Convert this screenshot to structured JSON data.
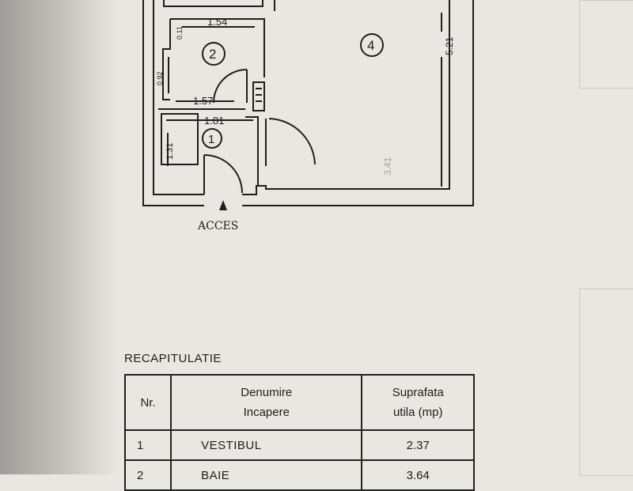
{
  "plan": {
    "access_label": "ACCES",
    "dimensions": {
      "bath_width": "1.54",
      "bath_height_small": "0.11",
      "bath_left_height": "0.92",
      "corridor_width": "1.57",
      "vestibule_width": "1.81",
      "vestibule_height": "1.31",
      "room4_height": "5.21",
      "room4_inner": "3.41"
    },
    "room_numbers": [
      "1",
      "2",
      "4"
    ]
  },
  "recap": {
    "title": "RECAPITULATIE",
    "headers": {
      "nr": "Nr.",
      "name_line1": "Denumire",
      "name_line2": "Incapere",
      "area_line1": "Suprafata",
      "area_line2": "utila (mp)"
    },
    "rows": [
      {
        "nr": "1",
        "name": "VESTIBUL",
        "area": "2.37"
      },
      {
        "nr": "2",
        "name": "BAIE",
        "area": "3.64"
      }
    ]
  },
  "colors": {
    "ink": "#1e1e1e",
    "paper": "#e8e7e1"
  }
}
